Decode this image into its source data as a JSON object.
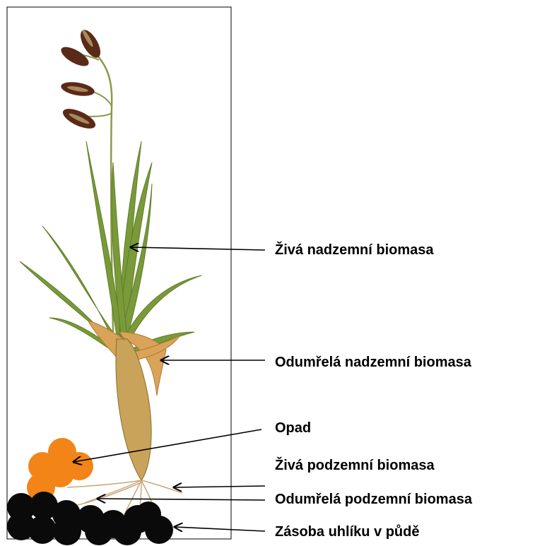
{
  "labels": {
    "live_aboveground": "Živá nadzemní biomasa",
    "dead_aboveground": "Odumřelá nadzemní biomasa",
    "litter": "Opad",
    "live_belowground": "Živá podzemní biomasa",
    "dead_belowground": "Odumřelá podzemní biomasa",
    "soil_carbon": "Zásoba uhlíku v půdě"
  },
  "colors": {
    "leaf": "#7a9a3a",
    "leaf_dark": "#5e7d2a",
    "dead_leaf": "#d9a35a",
    "spike": "#5a2a18",
    "litter": "#f28418",
    "soil": "#0a0a0a",
    "root": "#c9a77a",
    "arrow": "#000000"
  }
}
